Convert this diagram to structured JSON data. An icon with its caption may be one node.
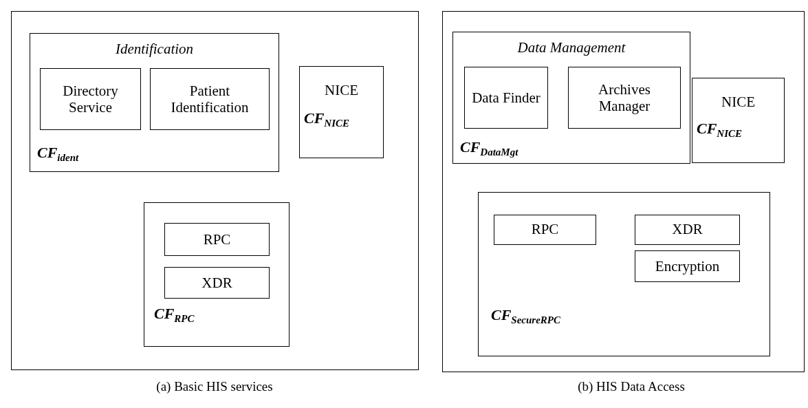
{
  "diagram": {
    "nodes": [
      {
        "text": [],
        "shape": "box"
      },
      {
        "text": [
          "Identification",
          "CF$_{ident}$"
        ],
        "in": 0
      },
      {
        "text": [
          "Directory Service"
        ],
        "in": 1
      },
      {
        "text": [
          "Patient Identification"
        ],
        "in": 1
      },
      {
        "text": [
          "NICE",
          "CF$_{NICE}$"
        ],
        "in": 0
      },
      {
        "text": [
          "CF$_{RPC}$"
        ],
        "in": 0
      },
      {
        "text": [
          "RPC"
        ],
        "in": 5
      },
      {
        "text": [
          "XDR"
        ],
        "in": 5
      },
      {
        "text": [],
        "shape": "box"
      },
      {
        "text": [
          "Data Management",
          "CF$_{DataMgt}$"
        ],
        "in": 8
      },
      {
        "text": [
          "Data Finder"
        ],
        "in": 9
      },
      {
        "text": [
          "Archives Manager"
        ],
        "in": 9
      },
      {
        "text": [
          "NICE",
          "CF$_{NICE}$"
        ],
        "in": 8
      },
      {
        "text": [
          "CF$_{SecureRPC}$"
        ],
        "in": 8
      },
      {
        "text": [
          "RPC"
        ],
        "in": 13
      },
      {
        "text": [
          "XDR"
        ],
        "in": 13
      },
      {
        "text": [
          "Encryption"
        ],
        "in": 13
      }
    ],
    "labels": [
      "(a) Basic HIS services",
      "(b) HIS Data Access"
    ]
  }
}
